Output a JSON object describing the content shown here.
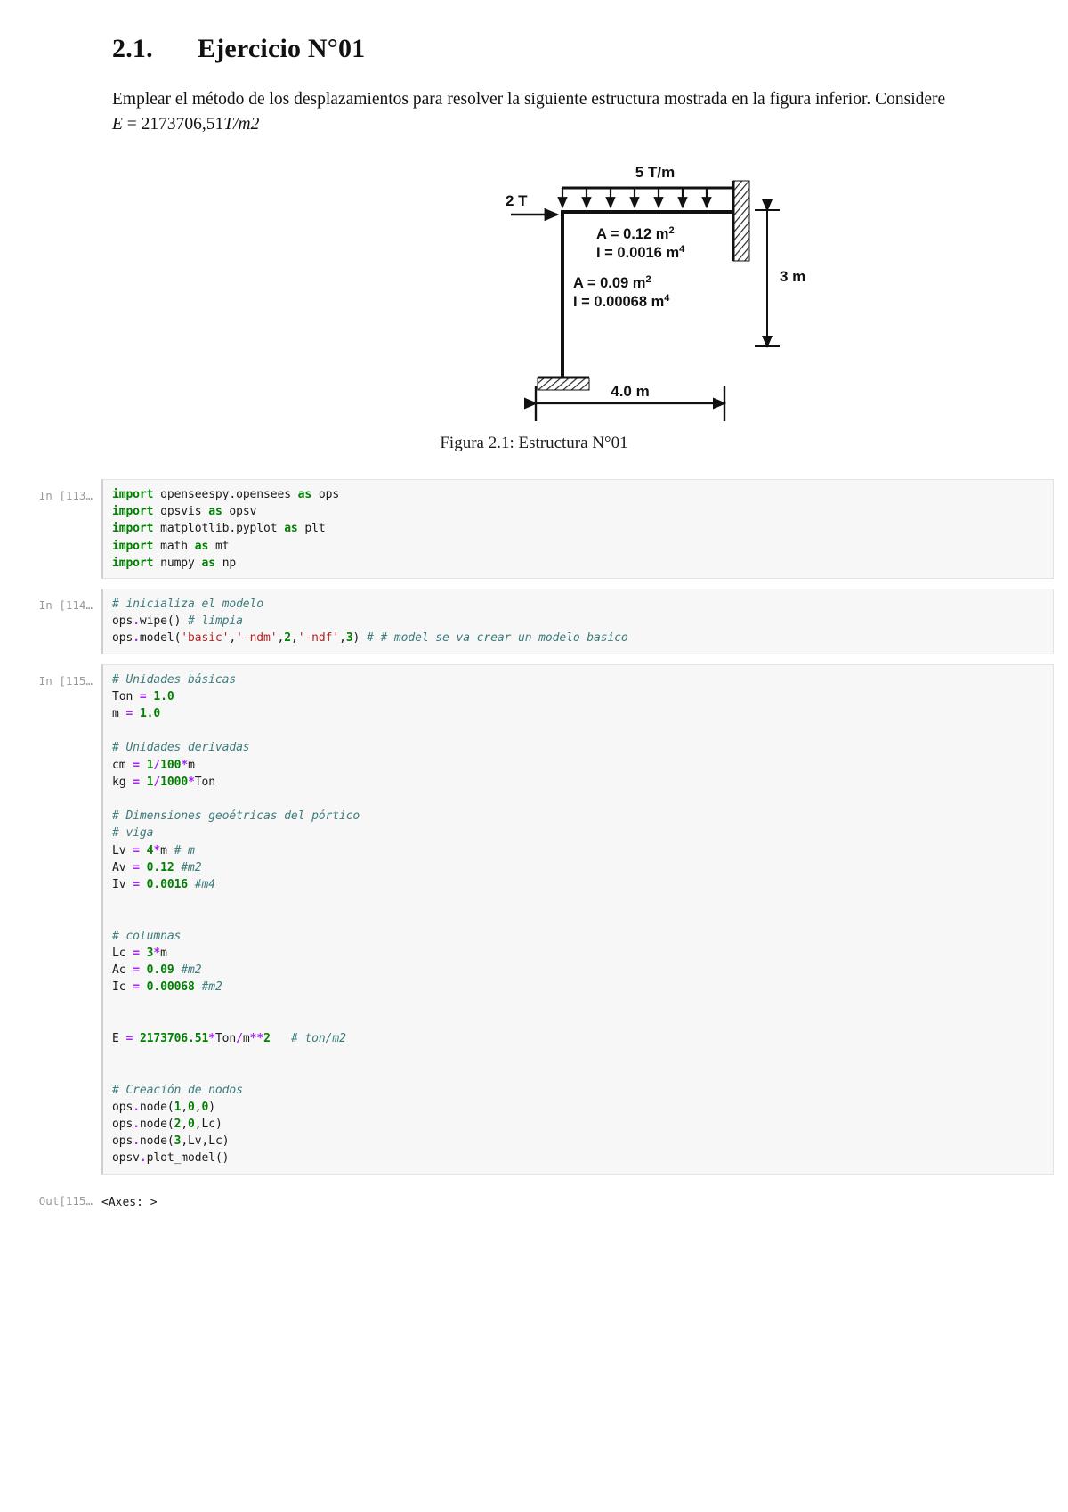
{
  "document": {
    "section_number": "2.1.",
    "section_title": "Ejercicio N°01",
    "paragraph_part1": "Emplear el método de los desplazamientos para resolver la siguiente estructura mostrada en la figura inferior. Considere ",
    "paragraph_math_E": "E",
    "paragraph_math_eq": " = 2173706,51",
    "paragraph_math_unit": "T/m2",
    "figure_caption": "Figura 2.1: Estructura N°01"
  },
  "figure": {
    "distributed_load_label": "5 T/m",
    "point_load_label": "2 T",
    "beam_area_label": "A = 0.12 m",
    "beam_area_exp": "2",
    "beam_inertia_label": "I = 0.0016 m",
    "beam_inertia_exp": "4",
    "column_area_label": "A = 0.09 m",
    "column_area_exp": "2",
    "column_inertia_label": "I = 0.00068 m",
    "column_inertia_exp": "4",
    "height_label": "3 m",
    "span_label": "4.0 m"
  },
  "notebook": {
    "cells": [
      {
        "prompt": "In [113…",
        "type": "code",
        "lines": [
          [
            {
              "t": "import",
              "c": "k"
            },
            {
              "t": " opensees",
              "c": "n"
            },
            {
              "t": "py.",
              "c": "n"
            },
            {
              "t": "opensees ",
              "c": "n"
            },
            {
              "t": "as",
              "c": "k"
            },
            {
              "t": " ops",
              "c": "n"
            }
          ]
        ]
      }
    ],
    "cell1_prompt": "In [113…",
    "cell2_prompt": "In [114…",
    "cell3_prompt": "In [115…",
    "out3_prompt": "Out[115…",
    "out3_text": "<Axes: >",
    "cell1_code": "import openseespy.opensees as ops\nimport opsvis as opsv\nimport matplotlib.pyplot as plt\nimport math as mt\nimport numpy as np",
    "cell2_code": "# inicializa el modelo\nops.wipe() # limpia\nops.model('basic','-ndm',2,'-ndf',3) # # model se va crear un modelo basico",
    "cell3_code": "# Unidades básicas\nTon = 1.0\nm = 1.0\n\n# Unidades derivadas\ncm = 1/100*m\nkg = 1/1000*Ton\n\n# Dimensiones geoétricas del pórtico\n# viga\nLv = 4*m # m\nAv = 0.12 #m2\nIv = 0.0016 #m4\n\n\n# columnas\nLc = 3*m\nAc = 0.09 #m2\nIc = 0.00068 #m2\n\n\nE = 2173706.51*Ton/m**2   # ton/m2\n\n\n# Creación de nodos\nops.node(1,0,0)\nops.node(2,0,Lc)\nops.node(3,Lv,Lc)\nopsv.plot_model()"
  },
  "colors": {
    "keyword": "#008000",
    "string": "#ba2121",
    "comment": "#3d7b7b",
    "number": "#008000",
    "operator": "#aa22ff",
    "function": "#0000ff",
    "cell_bg": "#f7f7f7",
    "prompt": "#9a9a9a"
  }
}
